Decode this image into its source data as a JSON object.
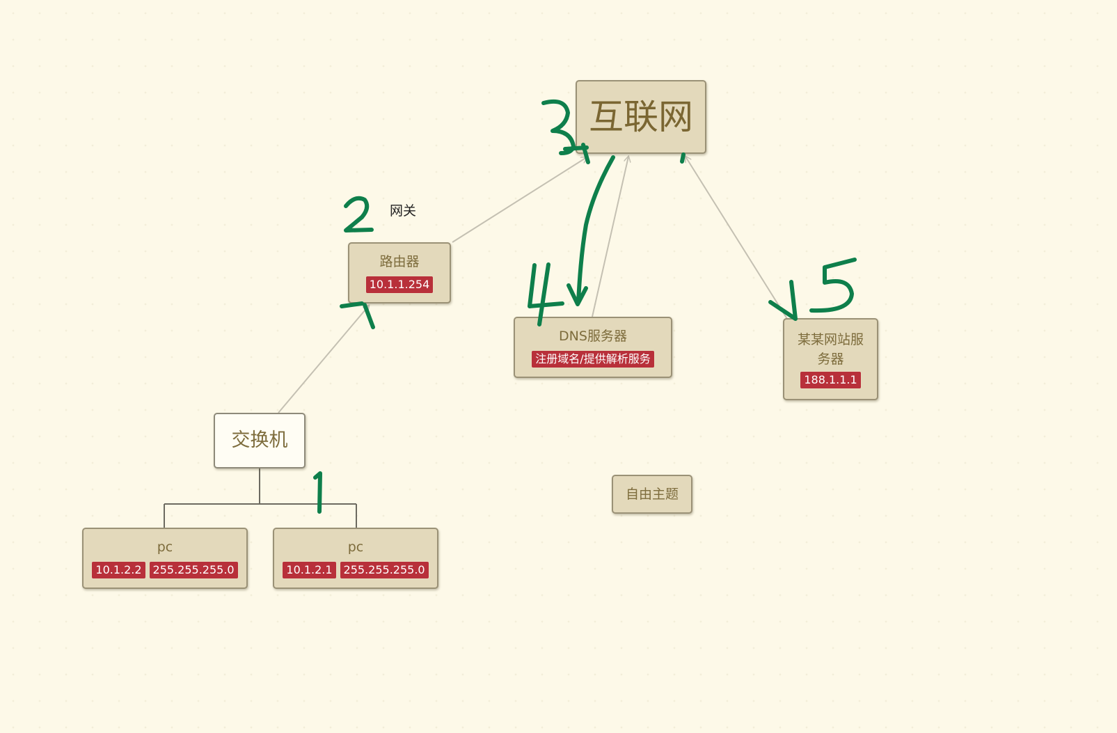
{
  "nodes": {
    "internet": {
      "title": "互联网"
    },
    "router": {
      "title": "路由器",
      "tags": [
        "10.1.1.254"
      ]
    },
    "dns": {
      "title": "DNS服务器",
      "tags": [
        "注册域名/提供解析服务"
      ]
    },
    "website": {
      "title_line1": "某某网站服",
      "title_line2": "务器",
      "tags": [
        "188.1.1.1"
      ]
    },
    "switch": {
      "title": "交换机"
    },
    "pc_left": {
      "title": "pc",
      "tags": [
        "10.1.2.2",
        "255.255.255.0"
      ]
    },
    "pc_right": {
      "title": "pc",
      "tags": [
        "10.1.2.1",
        "255.255.255.0"
      ]
    },
    "free_topic": {
      "title": "自由主题"
    }
  },
  "labels": {
    "gateway": "网关"
  },
  "annotations": {
    "color": "#0e7f4b",
    "steps": [
      "1",
      "2",
      "3",
      "4",
      "5"
    ]
  },
  "colors": {
    "background": "#fdf9e8",
    "node_fill": "#e3d9bb",
    "tag_red": "#b8303a",
    "connector": "#c4c0b2"
  }
}
